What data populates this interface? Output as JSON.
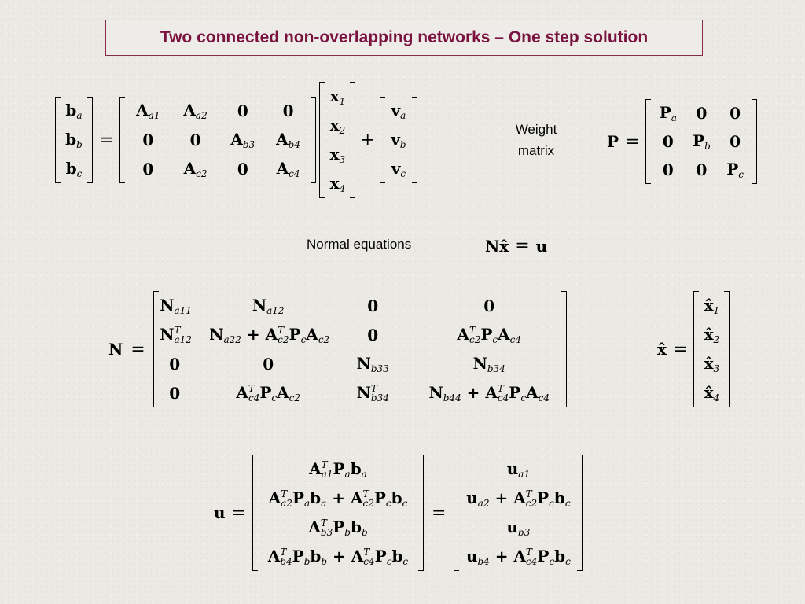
{
  "slide": {
    "title": "Two connected non-overlapping networks – One step solution",
    "weight_label": [
      "Weight",
      "matrix"
    ],
    "normal_label": "Normal equations"
  },
  "symbols": {
    "equals": "=",
    "plus": "+",
    "zero": "0"
  }
}
